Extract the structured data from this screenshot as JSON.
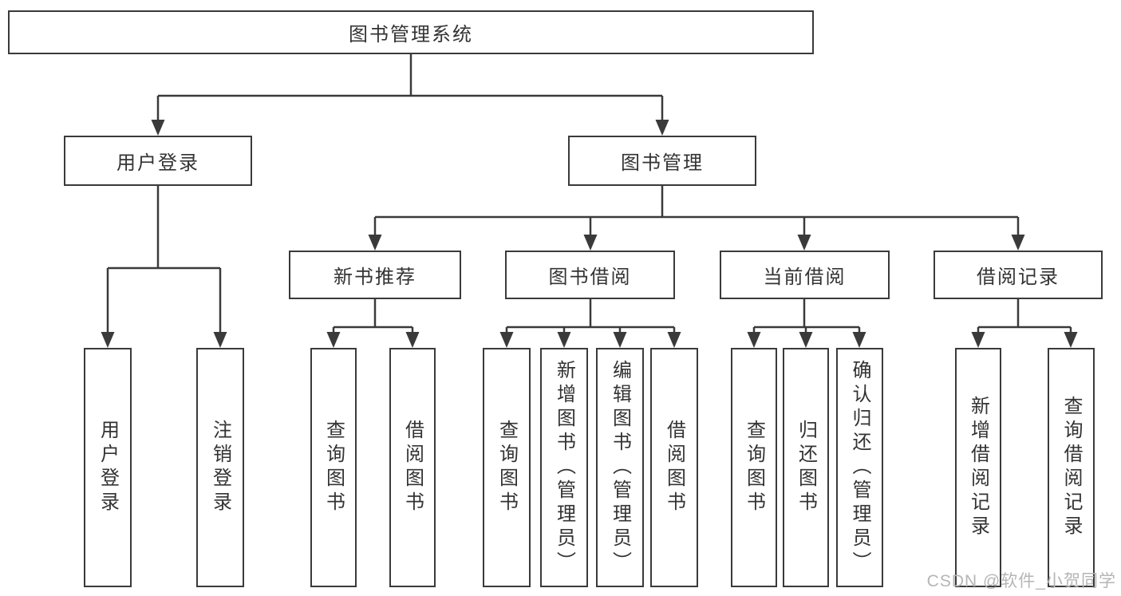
{
  "tree": {
    "root": "图书管理系统",
    "user_branch": {
      "label": "用户登录",
      "children": [
        "用户登录",
        "注销登录"
      ]
    },
    "book_branch": {
      "label": "图书管理",
      "groups": [
        {
          "label": "新书推荐",
          "children": [
            "查询图书",
            "借阅图书"
          ]
        },
        {
          "label": "图书借阅",
          "children": [
            "查询图书",
            "新增图书（管理员）",
            "编辑图书（管理员）",
            "借阅图书"
          ]
        },
        {
          "label": "当前借阅",
          "children": [
            "查询图书",
            "归还图书",
            "确认归还（管理员）"
          ]
        },
        {
          "label": "借阅记录",
          "children": [
            "新增借阅记录",
            "查询借阅记录"
          ]
        }
      ]
    }
  },
  "colors": {
    "line": "#3a3a3a",
    "text": "#333333",
    "watermark": "#b5b5b5"
  },
  "watermark": "CSDN @软件_小贺同学"
}
